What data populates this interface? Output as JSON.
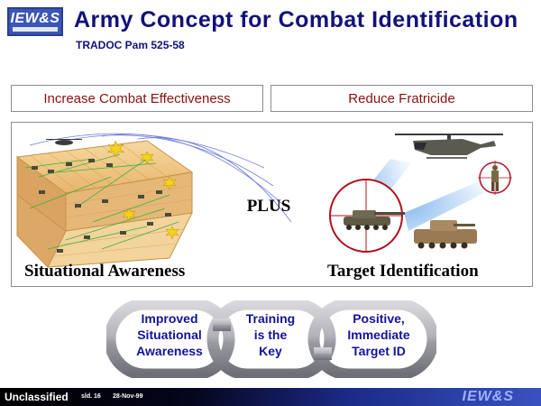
{
  "header": {
    "logo_text": "IEW&S",
    "title": "Army Concept for Combat Identification",
    "subtitle": "TRADOC Pam 525-58"
  },
  "goals": {
    "left": "Increase Combat Effectiveness",
    "right": "Reduce Fratricide"
  },
  "panel": {
    "plus": "PLUS",
    "left_caption": "Situational Awareness",
    "right_caption": "Target Identification"
  },
  "chain": {
    "link1": [
      "Improved",
      "Situational",
      "Awareness"
    ],
    "link2": [
      "Training",
      "is the",
      "Key"
    ],
    "link3": [
      "Positive,",
      "Immediate",
      "Target ID"
    ]
  },
  "footer": {
    "classification": "Unclassified",
    "slide": "sld. 16",
    "date": "28-Nov-99",
    "logo_text": "IEW&S"
  },
  "colors": {
    "title": "#12127a",
    "goal_text": "#8b1010",
    "chain_text": "#13139a",
    "reticle": "#b01020"
  },
  "icons": {
    "logo": "iew-s-logo",
    "battlefield": "battlefield-terrain-icon",
    "helicopter": "helicopter-icon",
    "tank": "tank-icon",
    "soldier": "soldier-icon",
    "reticle": "targeting-reticle-icon",
    "chain": "chain-link-icon"
  }
}
